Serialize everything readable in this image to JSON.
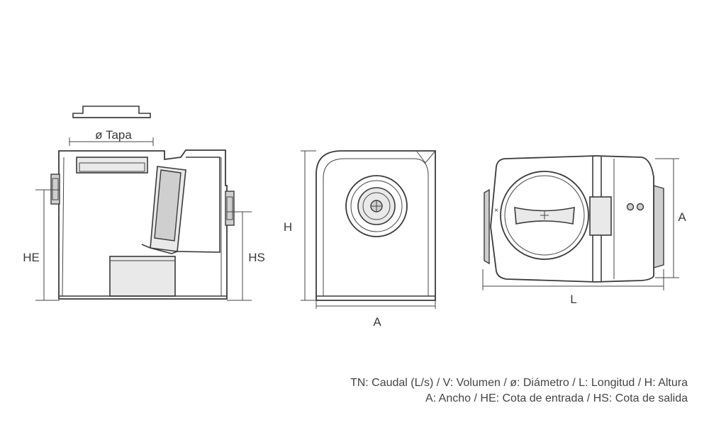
{
  "labels": {
    "tapa": "ø Tapa",
    "he": "HE",
    "hs": "HS",
    "h": "H",
    "a_front": "A",
    "a_top": "A",
    "l": "L"
  },
  "legend": {
    "line1": "TN: Caudal (L/s) / V: Volumen / ø: Diámetro / L: Longitud / H: Altura",
    "line2": "A: Ancho / HE: Cota de entrada / HS: Cota de salida"
  }
}
